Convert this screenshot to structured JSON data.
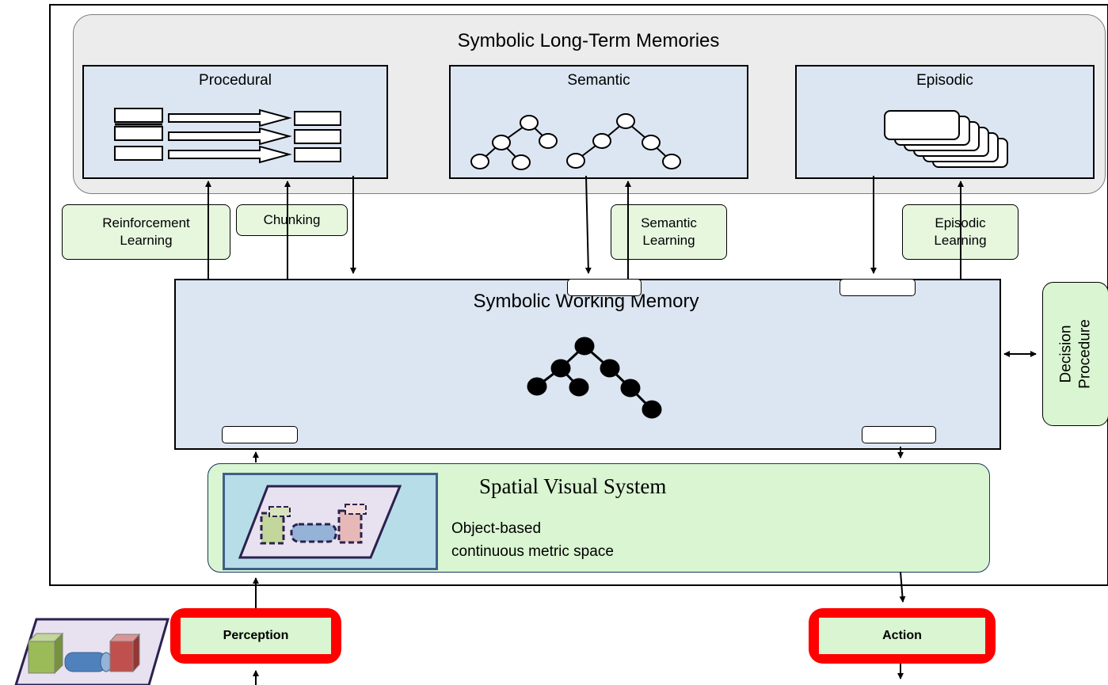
{
  "ltm": {
    "title": "Symbolic Long-Term Memories",
    "procedural": "Procedural",
    "semantic": "Semantic",
    "episodic": "Episodic"
  },
  "learning": {
    "reinforcement": "Reinforcement\nLearning",
    "chunking": "Chunking",
    "semantic": "Semantic\nLearning",
    "episodic": "Episodic\nLearning"
  },
  "working_memory": {
    "title": "Symbolic Working Memory"
  },
  "decision": {
    "label": "Decision\nProcedure"
  },
  "svs": {
    "title": "Spatial Visual System",
    "desc_line1": "Object-based",
    "desc_line2": "continuous metric space"
  },
  "io": {
    "perception": "Perception",
    "action": "Action"
  },
  "colors": {
    "memory_fill": "#dce6f2",
    "learning_fill": "#e6f7de",
    "io_border": "#ff0000",
    "object_green": "#9bbb59",
    "object_blue": "#4f81bd",
    "object_red": "#c0504d"
  }
}
